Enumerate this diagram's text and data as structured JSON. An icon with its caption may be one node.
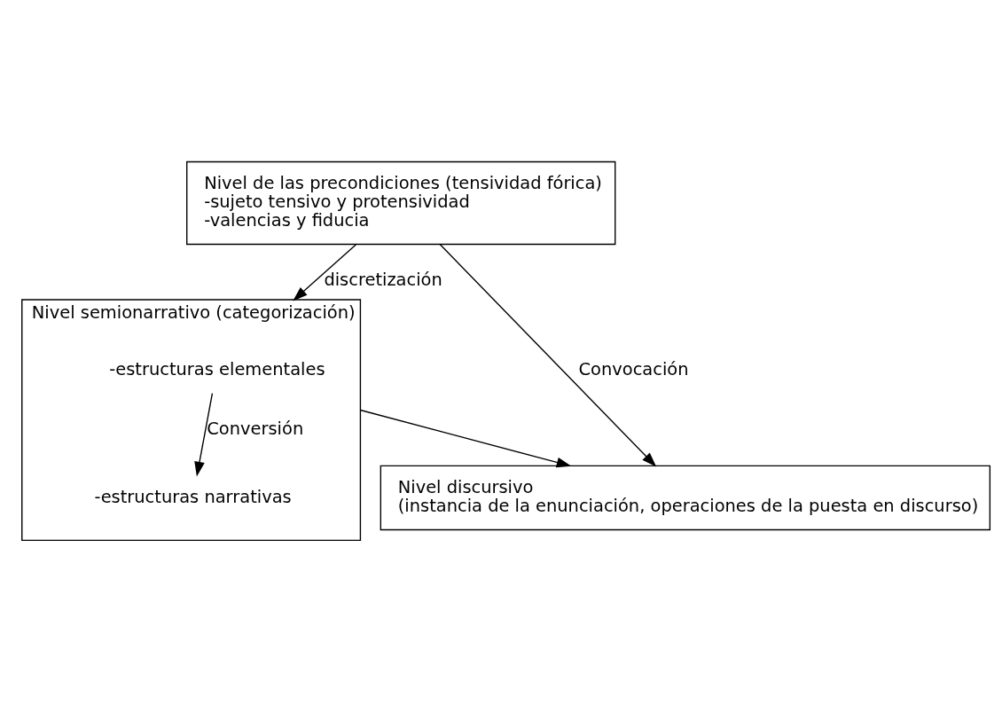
{
  "diagram": {
    "nodes": [
      {
        "text": [
          "Nivel de las precondiciones (tensividad fórica)",
          "-sujeto tensivo y protensividad",
          "-valencias y fiducia"
        ]
      },
      {
        "text": [
          "Nivel discursivo",
          "(instancia de la enunciación, operaciones de la puesta en discurso)"
        ]
      },
      {
        "text": [
          "Nivel semionarrativo (categorización)"
        ]
      },
      {
        "text": [
          "-estructuras elementales"
        ],
        "in": 2
      },
      {
        "text": [
          "-estructuras narrativas"
        ],
        "in": 2
      }
    ],
    "edges": [
      {
        "from": 0,
        "to": 2,
        "label": "discretización",
        "arrow": "to"
      },
      {
        "from": 0,
        "to": 1,
        "label": "Convocación",
        "arrow": "to"
      },
      {
        "from": 2,
        "to": 1,
        "arrow": "to"
      },
      {
        "from": 3,
        "to": 4,
        "label": "Conversión",
        "arrow": "to"
      }
    ]
  }
}
